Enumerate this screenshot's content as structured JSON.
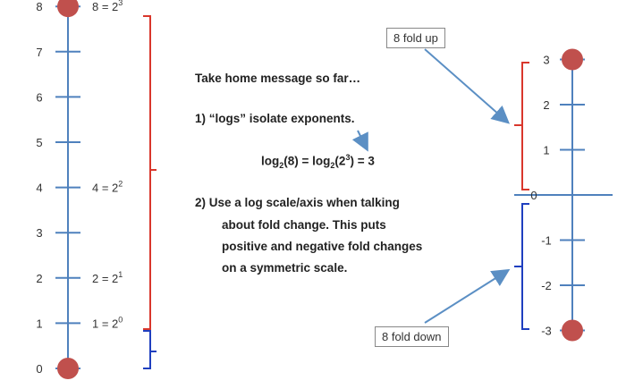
{
  "left_axis": {
    "ticks": [
      "0",
      "1",
      "2",
      "3",
      "4",
      "5",
      "6",
      "7",
      "8"
    ],
    "power_labels": [
      {
        "value": 8,
        "base": "8 = 2",
        "exp": "3"
      },
      {
        "value": 4,
        "base": "4 = 2",
        "exp": "2"
      },
      {
        "value": 2,
        "base": "2 = 2",
        "exp": "1"
      },
      {
        "value": 1,
        "base": "1 = 2",
        "exp": "0"
      }
    ],
    "dot_values": [
      8,
      0
    ]
  },
  "right_axis": {
    "ticks": [
      "3",
      "2",
      "1",
      "0",
      "-1",
      "-2",
      "-3"
    ],
    "dot_values": [
      3,
      -3
    ]
  },
  "message": {
    "title": "Take home message so far…",
    "point1": "1)  “logs” isolate exponents.",
    "equation": {
      "a": "log",
      "a_sub": "2",
      "b": "(8) = log",
      "b_sub": "2",
      "c": "(2",
      "c_sup": "3",
      "d": ") = 3"
    },
    "point2_lines": [
      "2)  Use a log scale/axis when talking",
      "about fold change. This puts",
      "positive and negative fold changes",
      "on a symmetric scale."
    ]
  },
  "callouts": {
    "up": "8 fold up",
    "down": "8 fold down"
  },
  "colors": {
    "axis": "#4f81bd",
    "dot": "#c0504d",
    "red_brace": "#d9372c",
    "blue_brace": "#1f3fbf",
    "arrow": "#5b8fc4"
  }
}
